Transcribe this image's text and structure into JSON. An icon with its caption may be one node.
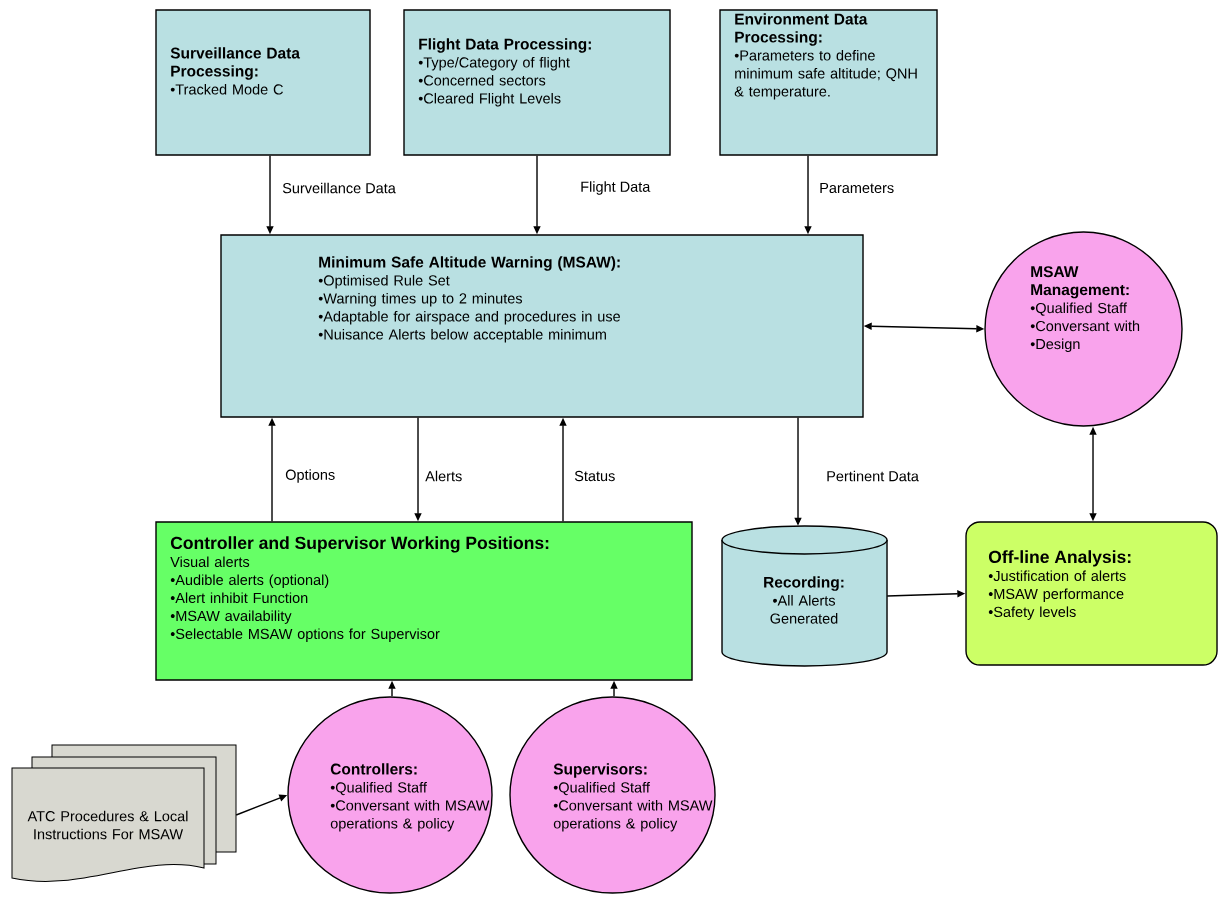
{
  "diagram": {
    "nodes": [
      {
        "text": [
          "Surveillance Data Processing:",
          "•Tracked Mode C"
        ]
      },
      {
        "text": [
          "Flight Data Processing:",
          "•Type/Category of flight",
          "•Concerned sectors",
          "•Cleared Flight Levels"
        ]
      },
      {
        "text": [
          "Environment Data Processing:",
          "•Parameters to define minimum safe altitude; QNH & temperature."
        ]
      },
      {
        "text": [
          "Minimum Safe Altitude Warning (MSAW):",
          "•Optimised Rule Set",
          "•Warning times up to 2 minutes",
          "•Adaptable for airspace and procedures in use",
          "•Nuisance Alerts below acceptable minimum"
        ]
      },
      {
        "text": [
          "MSAW Management:",
          "•Qualified Staff",
          "•Conversant with",
          "•Design"
        ]
      },
      {
        "text": [
          "Controller and Supervisor Working Positions:",
          "Visual alerts",
          "•Audible alerts (optional)",
          "•Alert inhibit Function",
          "•MSAW availability",
          "•Selectable MSAW options for Supervisor"
        ]
      },
      {
        "text": [
          "Recording:",
          "•All Alerts Generated"
        ]
      },
      {
        "text": [
          "Off-line Analysis:",
          "•Justification of alerts",
          "•MSAW performance",
          "•Safety levels"
        ]
      },
      {
        "text": [
          "ATC Procedures & Local Instructions For MSAW"
        ]
      },
      {
        "text": [
          "Controllers:",
          "•Qualified Staff",
          "•Conversant with MSAW operations & policy"
        ]
      },
      {
        "text": [
          "Supervisors:",
          "•Qualified Staff",
          "•Conversant with MSAW operations & policy"
        ]
      }
    ],
    "edges": [
      {
        "from": 0,
        "to": 3,
        "arrow": "to",
        "label": "Surveillance Data"
      },
      {
        "from": 1,
        "to": 3,
        "arrow": "to",
        "label": "Flight Data"
      },
      {
        "from": 2,
        "to": 3,
        "arrow": "to",
        "label": "Parameters"
      },
      {
        "from": 3,
        "to": 4,
        "arrow": "both"
      },
      {
        "from": 5,
        "to": 3,
        "arrow": "to",
        "label": "Options"
      },
      {
        "from": 3,
        "to": 5,
        "arrow": "to",
        "label": "Alerts"
      },
      {
        "from": 5,
        "to": 3,
        "arrow": "to",
        "label": "Status"
      },
      {
        "from": 3,
        "to": 6,
        "arrow": "to",
        "label": "Pertinent Data"
      },
      {
        "from": 4,
        "to": 7,
        "arrow": "both"
      },
      {
        "from": 6,
        "to": 7,
        "arrow": "to"
      },
      {
        "from": 9,
        "to": 5,
        "arrow": "to"
      },
      {
        "from": 10,
        "to": 5,
        "arrow": "to"
      },
      {
        "from": 8,
        "to": 9,
        "arrow": "to"
      }
    ]
  }
}
